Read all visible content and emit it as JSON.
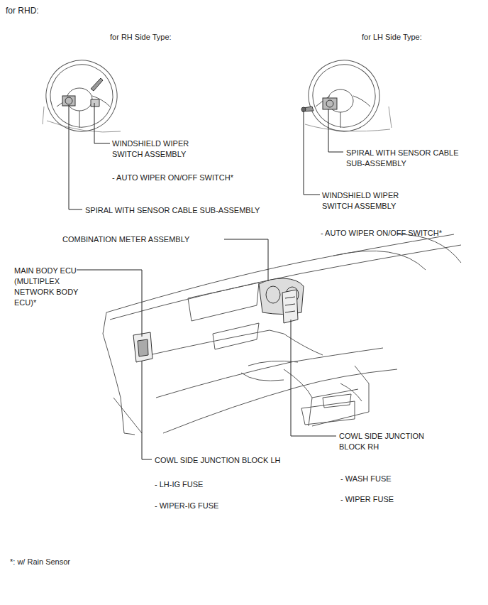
{
  "diagram": {
    "title": "for RHD:",
    "labels": [
      "for RH Side Type:",
      "for LH Side Type:",
      "WINDSHIELD WIPER SWITCH ASSEMBLY",
      "- AUTO WIPER ON/OFF SWITCH*",
      "SPIRAL WITH SENSOR CABLE SUB-ASSEMBLY",
      "SPIRAL WITH SENSOR CABLE SUB-ASSEMBLY",
      "WINDSHIELD WIPER SWITCH ASSEMBLY",
      "- AUTO WIPER ON/OFF SWITCH*",
      "COMBINATION METER ASSEMBLY",
      "MAIN BODY ECU (MULTIPLEX NETWORK BODY ECU)*",
      "COWL SIDE JUNCTION BLOCK RH",
      "- WASH FUSE",
      "- WIPER FUSE",
      "COWL SIDE JUNCTION BLOCK LH",
      "- LH-IG FUSE",
      "- WIPER-IG FUSE",
      "*: w/ Rain Sensor"
    ]
  }
}
